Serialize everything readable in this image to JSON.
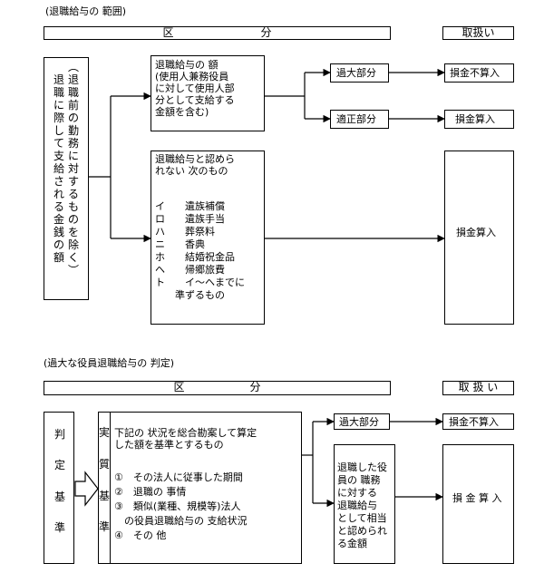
{
  "section1": {
    "caption": "(退職給与の 範囲)",
    "header_kubun": "区　　　　　　　　分",
    "header_toriatsukai": "取扱い",
    "left_label": "︵退職前の勤務に対するものを除く︶",
    "left_label_col1": "︵退職前の勤務に対するものを除く︶",
    "left_label_col2": "退職に際して支給される金銭の額",
    "box_a": "退職給与の 額\n(使用人兼務役員\nに対して使用人部\n分として支給する\n金額を含む)",
    "excess": "過大部分",
    "proper": "適正部分",
    "deduct_no": "損金不算入",
    "deduct_yes": "損金算入",
    "box_b_head": "退職給与と認めら\nれない 次のもの",
    "box_b_items": [
      "イ　　遺族補償",
      "ロ　　遺族手当",
      "ハ　　葬祭料",
      "ニ　　香典",
      "ホ　　結婚祝金品",
      "ヘ　　帰郷旅費",
      "ト　　イ～ヘまでに",
      "　　準ずるもの"
    ],
    "deduct_yes_2": "損金算入"
  },
  "section2": {
    "caption": "(過大な役員退職給与の 判定)",
    "header_kubun": "区　　　　　　分",
    "header_toriatsukai": "取 扱 い",
    "hantei_kijun": [
      "判",
      "定",
      "基",
      "準"
    ],
    "jisshitsu_kijun": [
      "実",
      "質",
      "基",
      "準"
    ],
    "criteria_head": "下記の 状況を総合勘案して算定\nした額を基準とするもの",
    "criteria_items": [
      "①　その法人に従事した期間",
      "②　退職の 事情",
      "③　類似(業種、規模等)法人",
      "　の役員退職給与の 支給状況",
      "④　その 他"
    ],
    "excess": "過大部分",
    "deduct_no": "損金不算入",
    "proper_box": "退職した役\n員の 職務\nに対する\n退職給与\nとして相当\nと認められ\nる金額",
    "deduct_yes": "損 金 算 入"
  }
}
